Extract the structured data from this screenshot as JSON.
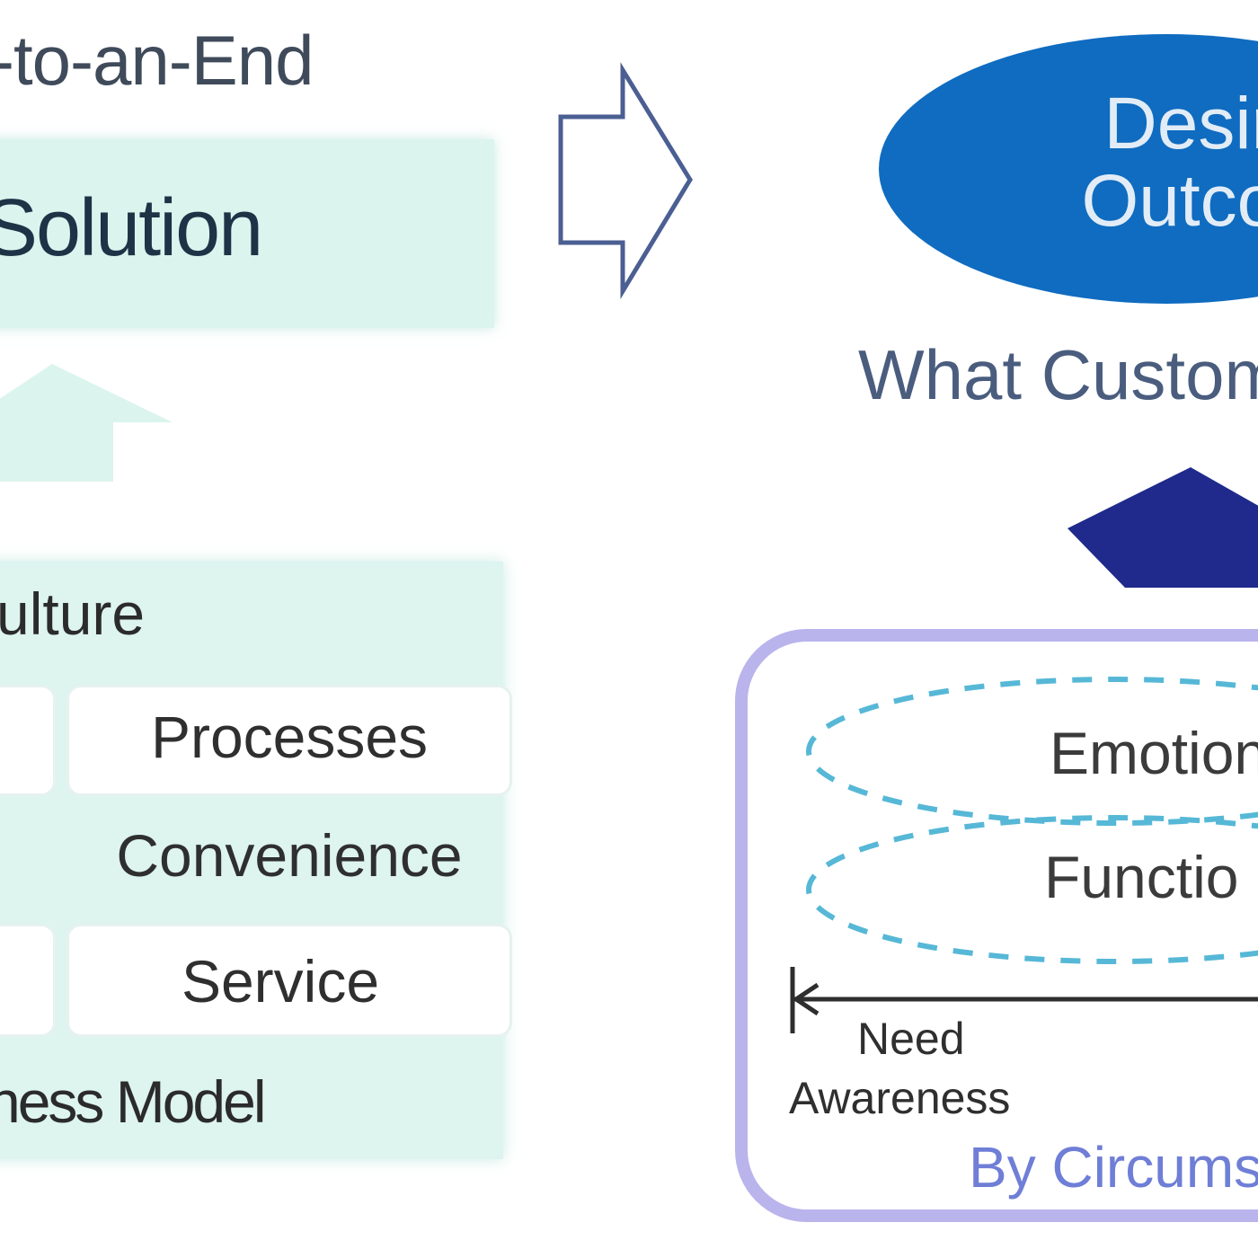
{
  "left": {
    "title": "-to-an-End",
    "solution": "Solution",
    "stack": {
      "top_row": "ulture",
      "processes": "Processes",
      "convenience": "Convenience",
      "service": "Service",
      "bottom_row": "ness Model"
    }
  },
  "right": {
    "outcome_line1": "Desire",
    "outcome_line2": "Outcom",
    "caption": "What Custom",
    "emotional": "Emotion",
    "functional": "Functio",
    "need": "Need",
    "awareness": "Awareness",
    "circumstance": "By Circums"
  },
  "colors": {
    "mint": "#dcf4ee",
    "oval_blue": "#0f6cc0",
    "navy_arrow": "#1f2a8c",
    "panel_border": "#b9b4ec",
    "dashed_cyan": "#56b8d6"
  }
}
